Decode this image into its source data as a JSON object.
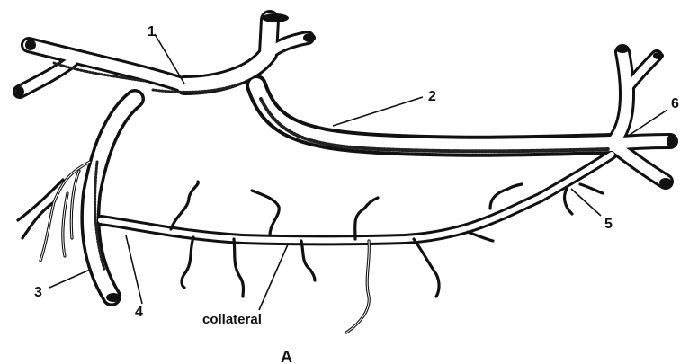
{
  "labels": {
    "n1": "1",
    "n2": "2",
    "n3": "3",
    "n4": "4",
    "n5": "5",
    "n6": "6",
    "collateral": "collateral",
    "caption": "A"
  }
}
